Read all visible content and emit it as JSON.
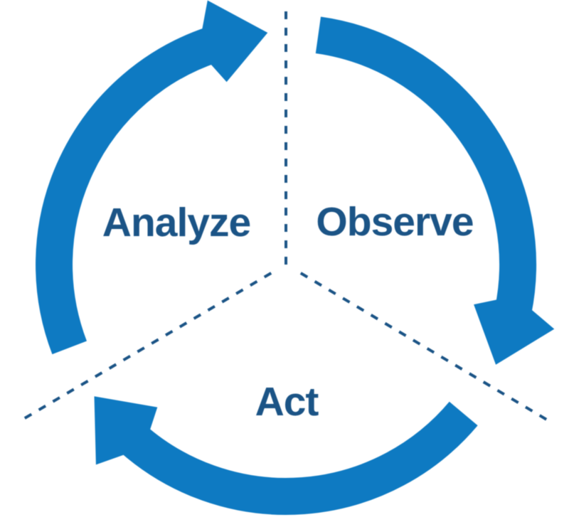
{
  "diagram": {
    "type": "cycle",
    "flow": "clockwise",
    "steps": [
      {
        "id": "analyze",
        "label": "Analyze",
        "position": "upper-left"
      },
      {
        "id": "observe",
        "label": "Observe",
        "position": "upper-right"
      },
      {
        "id": "act",
        "label": "Act",
        "position": "bottom"
      }
    ],
    "colors": {
      "arc": "#0e7ac2",
      "label": "#1b5486",
      "dash": "#1b5486",
      "background": "#ffffff"
    }
  }
}
